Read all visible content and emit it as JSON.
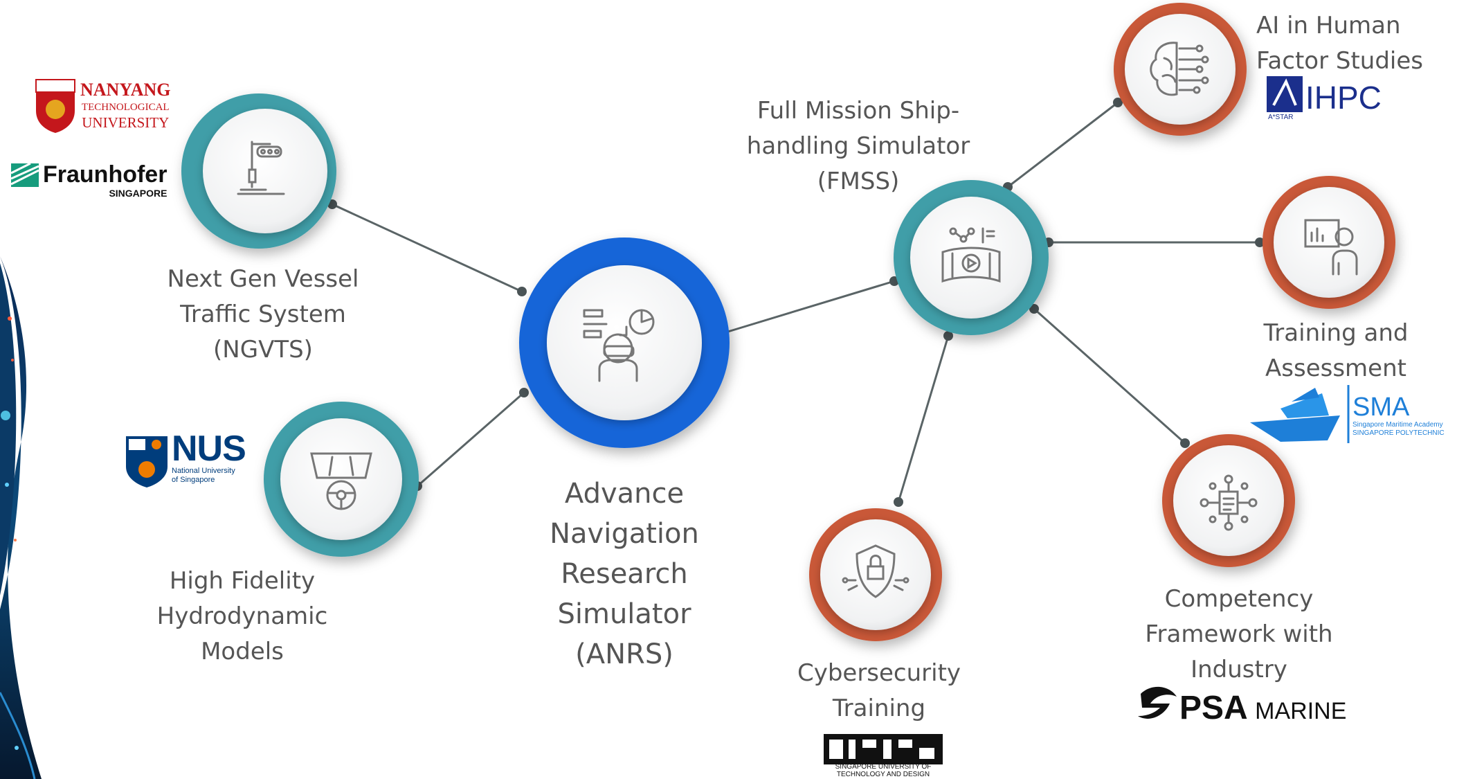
{
  "hub": {
    "label_lines": [
      "Advance",
      "Navigation",
      "Research",
      "Simulator",
      "(ANRS)"
    ],
    "icon": "vr-operator-icon"
  },
  "nodes": [
    {
      "id": "ngvts",
      "label_lines": [
        "Next Gen Vessel",
        "Traffic System",
        "(NGVTS)"
      ],
      "icon": "crane-icon",
      "ring_color": "#3f9ea8"
    },
    {
      "id": "hydro",
      "label_lines": [
        "High Fidelity",
        "Hydrodynamic",
        "Models"
      ],
      "icon": "ship-wheel-icon",
      "ring_color": "#3f9ea8"
    },
    {
      "id": "fmss",
      "label_lines": [
        "Full Mission Ship-",
        "handling Simulator",
        "(FMSS)"
      ],
      "icon": "simulator-screen-icon",
      "ring_color": "#3f9ea8"
    },
    {
      "id": "ai",
      "label_lines": [
        "AI in Human",
        "Factor Studies"
      ],
      "icon": "brain-circuit-icon",
      "ring_color": "#c95838"
    },
    {
      "id": "training",
      "label_lines": [
        "Training and",
        "Assessment"
      ],
      "icon": "presenter-board-icon",
      "ring_color": "#c95838"
    },
    {
      "id": "competency",
      "label_lines": [
        "Competency",
        "Framework with",
        "Industry"
      ],
      "icon": "network-document-icon",
      "ring_color": "#c95838"
    },
    {
      "id": "cyber",
      "label_lines": [
        "Cybersecurity",
        "Training"
      ],
      "icon": "shield-lock-icon",
      "ring_color": "#c95838"
    }
  ],
  "logos": {
    "ntu": {
      "lines": [
        "NANYANG",
        "TECHNOLOGICAL",
        "UNIVERSITY"
      ]
    },
    "fraunhofer": {
      "name": "Fraunhofer",
      "sub": "SINGAPORE"
    },
    "nus": {
      "name": "NUS",
      "sub_lines": [
        "National University",
        "of Singapore"
      ]
    },
    "ihpc": {
      "name": "IHPC",
      "sub": "A*STAR"
    },
    "sma": {
      "name": "SMA",
      "sub_lines": [
        "Singapore Maritime Academy",
        "SINGAPORE POLYTECHNIC"
      ]
    },
    "sutd": {
      "sub_lines": [
        "SINGAPORE UNIVERSITY OF",
        "TECHNOLOGY AND DESIGN"
      ]
    },
    "psa": {
      "name": "PSA",
      "suffix": "MARINE"
    }
  },
  "colors": {
    "hub_ring": "#1565d8",
    "teal_ring": "#3f9ea8",
    "orange_ring": "#c95838",
    "connector": "#5a6466",
    "label_text": "#555555"
  }
}
